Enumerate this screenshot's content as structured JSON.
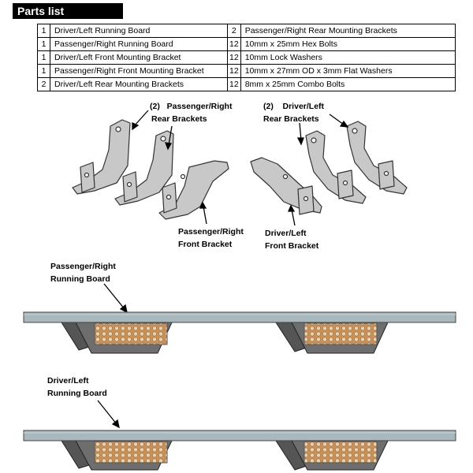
{
  "title": "Parts list",
  "parts": [
    [
      {
        "qty": "1",
        "desc": "Driver/Left Running Board"
      },
      {
        "qty": "2",
        "desc": "Passenger/Right Rear Mounting Brackets"
      }
    ],
    [
      {
        "qty": "1",
        "desc": "Passenger/Right Running Board"
      },
      {
        "qty": "12",
        "desc": "10mm x 25mm Hex Bolts"
      }
    ],
    [
      {
        "qty": "1",
        "desc": "Driver/Left Front Mounting Bracket"
      },
      {
        "qty": "12",
        "desc": "10mm Lock Washers"
      }
    ],
    [
      {
        "qty": "1",
        "desc": "Passenger/Right Front Mounting Bracket"
      },
      {
        "qty": "12",
        "desc": "10mm x 27mm OD x 3mm Flat Washers"
      }
    ],
    [
      {
        "qty": "2",
        "desc": "Driver/Left Rear Mounting Brackets"
      },
      {
        "qty": "12",
        "desc": "8mm x 25mm Combo Bolts"
      }
    ]
  ],
  "labels": {
    "pr_rear_qty": "(2)",
    "pr_rear_name": "Passenger/Right",
    "pr_rear_line2": "Rear Brackets",
    "dl_rear_qty": "(2)",
    "dl_rear_name": "Driver/Left",
    "dl_rear_line2": "Rear Brackets",
    "pr_front_line1": "Passenger/Right",
    "pr_front_line2": "Front Bracket",
    "dl_front_line1": "Driver/Left",
    "dl_front_line2": "Front Bracket",
    "pr_board_line1": "Passenger/Right",
    "pr_board_line2": "Running Board",
    "dl_board_line1": "Driver/Left",
    "dl_board_line2": "Running Board"
  },
  "colors": {
    "bracket_fill": "#c8c8c8",
    "board_top": "#a9b8bd",
    "board_body": "#6e6e6e",
    "step_pad": "#c8915a"
  }
}
